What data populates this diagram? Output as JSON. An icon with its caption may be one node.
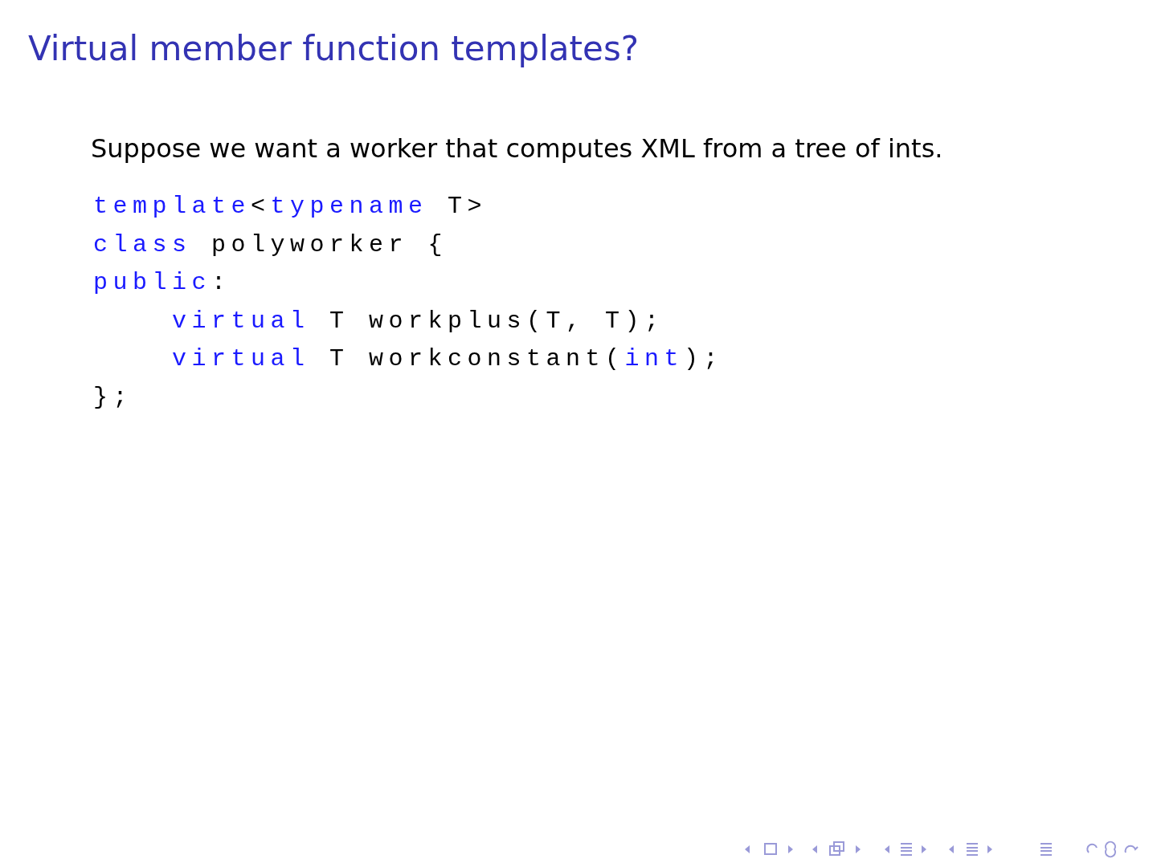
{
  "diagram": {
    "title": "Virtual member function templates?",
    "labels": [
      "Suppose we want a worker that computes XML from a tree of ints.",
      "template<typename T>",
      "class polyworker {",
      "public:",
      "virtual T workplus(T, T);",
      "virtual T workconstant(int);",
      "};"
    ]
  }
}
